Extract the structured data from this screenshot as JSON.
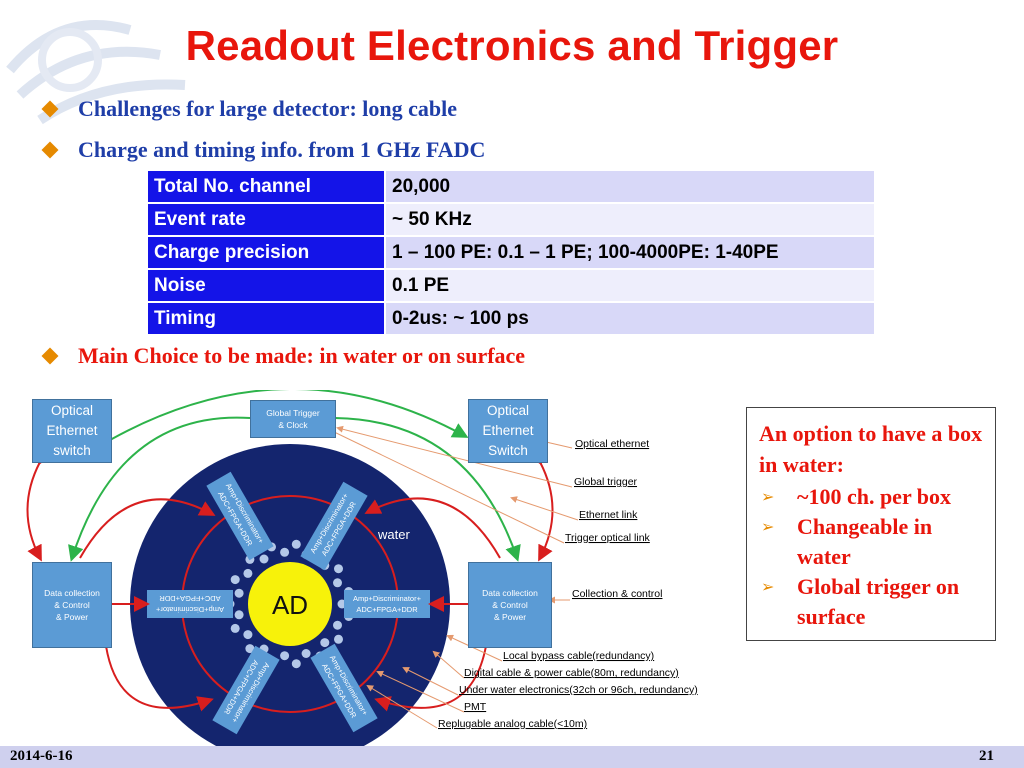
{
  "slide": {
    "title": "Readout Electronics and Trigger",
    "bullets": [
      "Challenges for large detector: long cable",
      "Charge and timing info. from 1 GHz FADC",
      "Main Choice to be made: in water or on surface"
    ]
  },
  "spec_table": [
    {
      "key": "Total No. channel",
      "value": "20,000"
    },
    {
      "key": "Event rate",
      "value": " ~ 50 KHz"
    },
    {
      "key": "Charge precision",
      "value": "1 – 100 PE: 0.1 – 1 PE;  100-4000PE: 1-40PE"
    },
    {
      "key": "Noise",
      "value": "0.1 PE"
    },
    {
      "key": "Timing",
      "value": "0-2us: ~ 100 ps"
    }
  ],
  "diagram": {
    "optical_switch_left": [
      "Optical",
      "Ethernet",
      "switch"
    ],
    "optical_switch_right": [
      "Optical",
      "Ethernet",
      "Switch"
    ],
    "global_trigger": [
      "Global Trigger",
      "& Clock"
    ],
    "data_collection_left": [
      "Data collection",
      "& Control",
      "& Power"
    ],
    "data_collection_right": [
      "Data collection",
      "& Control",
      "& Power"
    ],
    "center_label": "AD",
    "water_label": "water",
    "module_lines": [
      "Amp+Discriminator+",
      "ADC+FPGA+DDR"
    ],
    "callouts": [
      "Optical ethernet",
      "Global trigger",
      "Ethernet link",
      "Trigger optical link",
      "Collection & control",
      "Local bypass cable(redundancy)",
      "Digital cable & power cable(80m, redundancy)",
      "Under water electronics(32ch or 96ch, redundancy)",
      "PMT",
      "Replugable analog cable(<10m)"
    ],
    "colors": {
      "disc": "#14256e",
      "ring": "#d81e1e",
      "center": "#f7f20a",
      "box": "#5b9bd5",
      "pmt": "#b4c8e8",
      "green_link": "#2db34a",
      "red_link": "#d81e1e",
      "callout_line": "#e59a6f"
    }
  },
  "option_box": {
    "heading": "An option to have a box in water:",
    "items": [
      "~100 ch. per box",
      "Changeable in water",
      "Global trigger on surface"
    ]
  },
  "footer": {
    "date": "2014-6-16",
    "page": "21"
  }
}
